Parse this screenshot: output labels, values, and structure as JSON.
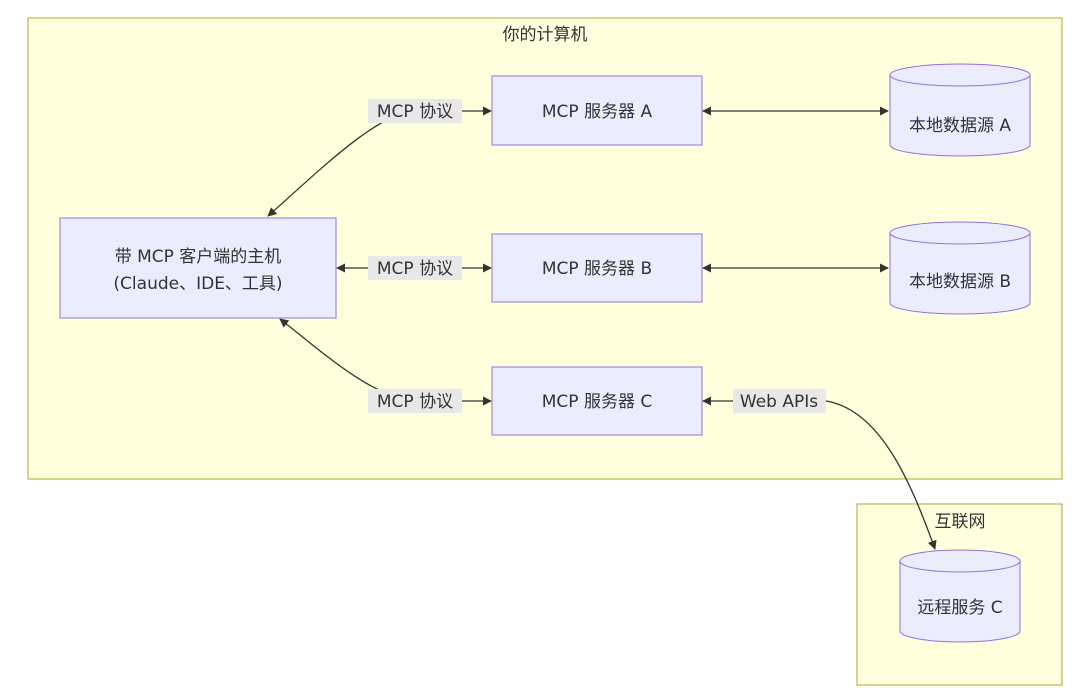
{
  "clusters": {
    "computer": {
      "label": "你的计算机"
    },
    "internet": {
      "label": "互联网"
    }
  },
  "nodes": {
    "host": {
      "line1": "带 MCP 客户端的主机",
      "line2": "(Claude、IDE、工具)"
    },
    "server_a": {
      "label": "MCP 服务器 A"
    },
    "server_b": {
      "label": "MCP 服务器 B"
    },
    "server_c": {
      "label": "MCP 服务器 C"
    },
    "data_a": {
      "label": "本地数据源 A"
    },
    "data_b": {
      "label": "本地数据源 B"
    },
    "remote_c": {
      "label": "远程服务 C"
    }
  },
  "edges": {
    "host_a": {
      "label": "MCP 协议"
    },
    "host_b": {
      "label": "MCP 协议"
    },
    "host_c": {
      "label": "MCP 协议"
    },
    "c_remote": {
      "label": "Web APIs"
    }
  },
  "colors": {
    "cluster_fill": "#ffffde",
    "cluster_stroke": "#aaaa33",
    "node_fill": "#ececff",
    "node_stroke": "#9370db",
    "edge_stroke": "#333333",
    "edge_label_bg": "#e8e8e8"
  }
}
